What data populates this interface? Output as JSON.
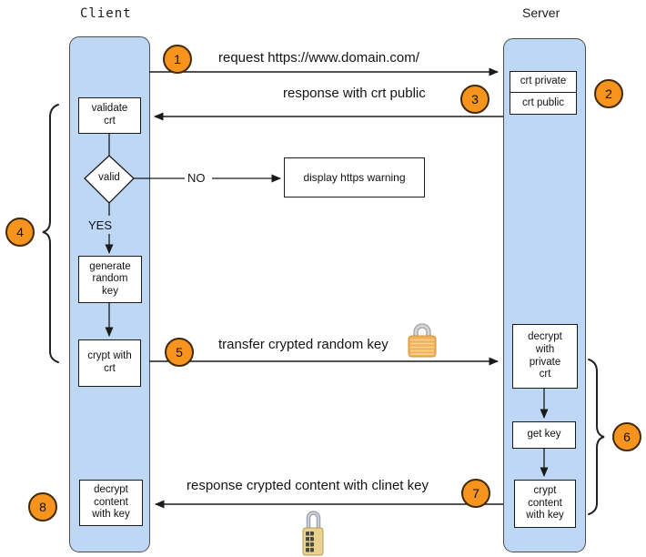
{
  "actors": {
    "client": "Client",
    "server": "Server"
  },
  "steps": [
    "1",
    "2",
    "3",
    "4",
    "5",
    "6",
    "7",
    "8"
  ],
  "messages": {
    "request": "request https://www.domain.com/",
    "response_public": "response with crt public",
    "transfer_key": "transfer crypted random key",
    "response_content": "response crypted content with clinet key"
  },
  "client_flow": {
    "validate_crt": "validate\ncrt",
    "valid": "valid",
    "yes": "YES",
    "no": "NO",
    "generate_key": "generate\nrandom\nkey",
    "crypt_with_crt": "crypt with\ncrt",
    "decrypt_content": "decrypt\ncontent\nwith key",
    "warning": "display https warning"
  },
  "server_flow": {
    "crt_private": "crt private",
    "crt_public": "crt public",
    "decrypt_private": "decrypt\nwith\nprivate\ncrt",
    "get_key": "get key",
    "crypt_content": "crypt\ncontent\nwith key"
  },
  "icons": {
    "closed_lock": "closed-padlock",
    "combination_lock": "combination-padlock"
  },
  "colors": {
    "accent_orange": "#f7941e",
    "lifeline_blue": "#bdd7f5",
    "line": "#1a1a1a"
  }
}
